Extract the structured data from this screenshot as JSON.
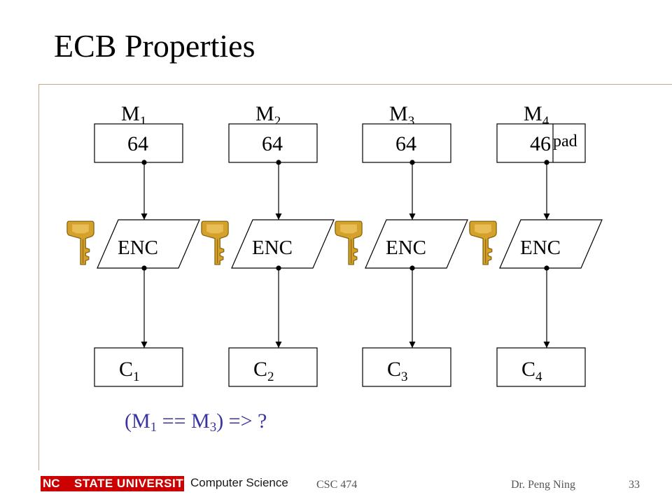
{
  "slide": {
    "title": "ECB Properties"
  },
  "blocks": [
    {
      "m_label": "M",
      "m_sub": "1",
      "m_value": "64",
      "enc": "ENC",
      "c_label": "C",
      "c_sub": "1"
    },
    {
      "m_label": "M",
      "m_sub": "2",
      "m_value": "64",
      "enc": "ENC",
      "c_label": "C",
      "c_sub": "2"
    },
    {
      "m_label": "M",
      "m_sub": "3",
      "m_value": "64",
      "enc": "ENC",
      "c_label": "C",
      "c_sub": "3"
    },
    {
      "m_label": "M",
      "m_sub": "4",
      "m_value": "46",
      "pad": "pad",
      "enc": "ENC",
      "c_label": "C",
      "c_sub": "4"
    }
  ],
  "question": {
    "open": "(M",
    "sub1": "1",
    "middle": " == M",
    "sub2": "3",
    "close": ") => ?"
  },
  "footer": {
    "logo_nc": "NC",
    "logo_rest": "STATE UNIVERSITY",
    "department": "Computer Science",
    "course": "CSC 474",
    "author": "Dr. Peng Ning",
    "page": "33"
  },
  "colors": {
    "key": "#d4a12a",
    "key_dark": "#8a6410",
    "question": "#3a34a0",
    "logo": "#cc0000",
    "frame": "#c8a882"
  }
}
